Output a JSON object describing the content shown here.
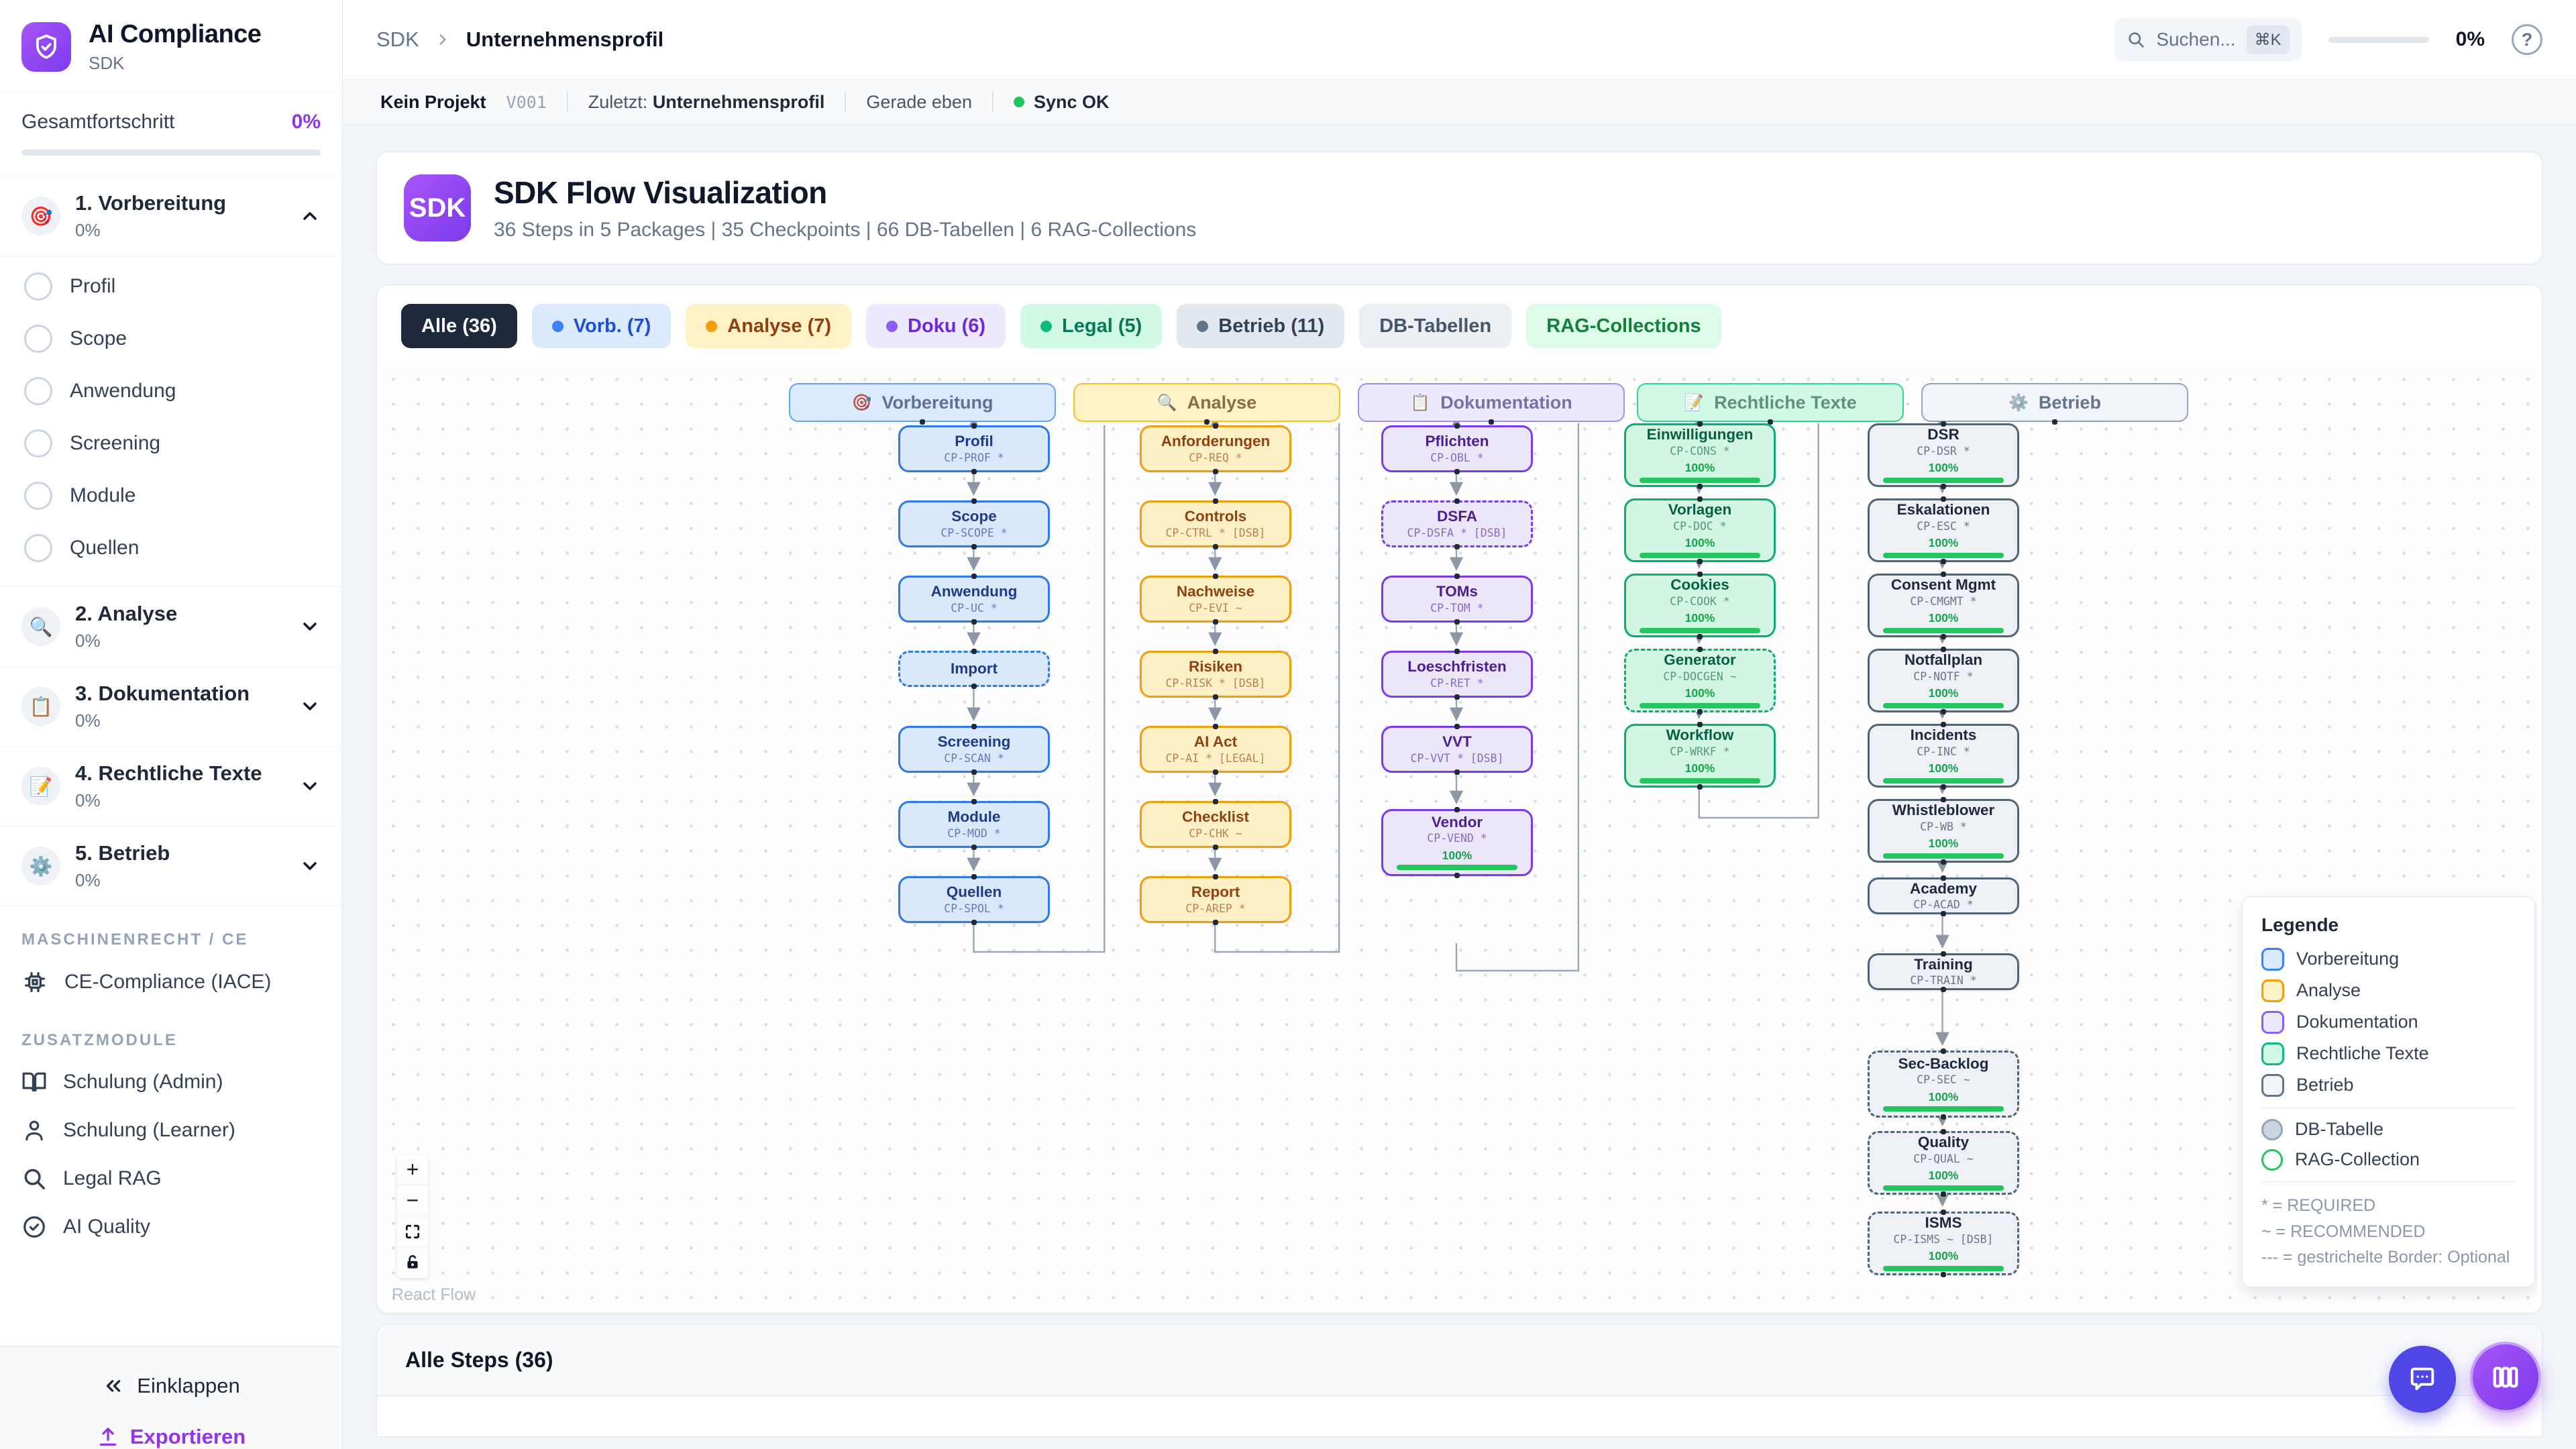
{
  "sidebar": {
    "app_title": "AI Compliance",
    "app_subtitle": "SDK",
    "progress_label": "Gesamtfortschritt",
    "progress_value": "0%",
    "phase1": {
      "title": "1. Vorbereitung",
      "pct": "0%",
      "emoji": "🎯",
      "items": [
        "Profil",
        "Scope",
        "Anwendung",
        "Screening",
        "Module",
        "Quellen"
      ]
    },
    "phases": [
      {
        "title": "2. Analyse",
        "pct": "0%",
        "emoji": "🔍"
      },
      {
        "title": "3. Dokumentation",
        "pct": "0%",
        "emoji": "📋"
      },
      {
        "title": "4. Rechtliche Texte",
        "pct": "0%",
        "emoji": "📝"
      },
      {
        "title": "5. Betrieb",
        "pct": "0%",
        "emoji": "⚙️"
      }
    ],
    "section_maschinenrecht": "MASCHINENRECHT / CE",
    "ce_item": "CE-Compliance (IACE)",
    "section_zusatz": "ZUSATZMODULE",
    "extra_items": [
      "Schulung (Admin)",
      "Schulung (Learner)",
      "Legal RAG",
      "AI Quality"
    ],
    "collapse_label": "Einklappen",
    "export_label": "Exportieren",
    "accent_color": "#9333ea"
  },
  "header": {
    "breadcrumb_root": "SDK",
    "breadcrumb_current": "Unternehmensprofil",
    "search_placeholder": "Suchen...",
    "search_shortcut": "⌘K",
    "progress": "0%"
  },
  "statusbar": {
    "project": "Kein Projekt",
    "version": "V001",
    "last_label": "Zuletzt:",
    "last_value": "Unternehmensprofil",
    "time": "Gerade eben",
    "sync": "Sync OK",
    "sync_color": "#22c55e"
  },
  "hero": {
    "badge": "SDK",
    "title": "SDK Flow Visualization",
    "subtitle": "36 Steps in 5 Packages | 35 Checkpoints | 66 DB-Tabellen | 6 RAG-Collections"
  },
  "filters": [
    {
      "label": "Alle (36)",
      "bg": "#1e293b",
      "fg": "#ffffff",
      "selected": true
    },
    {
      "label": "Vorb. (7)",
      "bg": "#dbeafe",
      "fg": "#1d4ed8",
      "dot": "#3b82f6"
    },
    {
      "label": "Analyse (7)",
      "bg": "#fef3c7",
      "fg": "#92400e",
      "dot": "#f59e0b"
    },
    {
      "label": "Doku (6)",
      "bg": "#ede9fe",
      "fg": "#6d28d9",
      "dot": "#8b5cf6"
    },
    {
      "label": "Legal (5)",
      "bg": "#d1fae5",
      "fg": "#047857",
      "dot": "#10b981"
    },
    {
      "label": "Betrieb (11)",
      "bg": "#e2e8f0",
      "fg": "#334155",
      "dot": "#64748b"
    },
    {
      "label": "DB-Tabellen",
      "bg": "#eceff4",
      "fg": "#475569"
    },
    {
      "label": "RAG-Collections",
      "bg": "#dcfce7",
      "fg": "#15803d"
    }
  ],
  "flow": {
    "progress_color": "#22c55e",
    "attribution": "React Flow",
    "packages": [
      {
        "name": "Vorbereitung",
        "emoji": "🎯",
        "header_bg": "#dbeafe",
        "header_border": "#60a5fa",
        "header_text": "#5b7299",
        "node_bg": "#d9e8fb",
        "node_border": "#2f7ae0",
        "node_text": "#1e3a8a",
        "nodes": [
          {
            "label": "Profil",
            "code": "CP-PROF *"
          },
          {
            "label": "Scope",
            "code": "CP-SCOPE *"
          },
          {
            "label": "Anwendung",
            "code": "CP-UC *"
          },
          {
            "label": "Import",
            "code": "",
            "dashed": true
          },
          {
            "label": "Screening",
            "code": "CP-SCAN *"
          },
          {
            "label": "Module",
            "code": "CP-MOD *"
          },
          {
            "label": "Quellen",
            "code": "CP-SPOL *"
          }
        ]
      },
      {
        "name": "Analyse",
        "emoji": "🔍",
        "header_bg": "#fef3c7",
        "header_border": "#fbbf24",
        "header_text": "#8c6d46",
        "node_bg": "#fdf0c6",
        "node_border": "#f09e0b",
        "node_text": "#92400e",
        "nodes": [
          {
            "label": "Anforderungen",
            "code": "CP-REQ *"
          },
          {
            "label": "Controls",
            "code": "CP-CTRL * [DSB]"
          },
          {
            "label": "Nachweise",
            "code": "CP-EVI ~"
          },
          {
            "label": "Risiken",
            "code": "CP-RISK * [DSB]"
          },
          {
            "label": "AI Act",
            "code": "CP-AI * [LEGAL]"
          },
          {
            "label": "Checklist",
            "code": "CP-CHK ~"
          },
          {
            "label": "Report",
            "code": "CP-AREP *"
          }
        ]
      },
      {
        "name": "Dokumentation",
        "emoji": "📋",
        "header_bg": "#ede9fe",
        "header_border": "#a78bfa",
        "header_text": "#7c6fa8",
        "node_bg": "#ebe6fa",
        "node_border": "#7c3aed",
        "node_text": "#4c1d95",
        "nodes": [
          {
            "label": "Pflichten",
            "code": "CP-OBL *"
          },
          {
            "label": "DSFA",
            "code": "CP-DSFA * [DSB]",
            "dashed": true
          },
          {
            "label": "TOMs",
            "code": "CP-TOM *"
          },
          {
            "label": "Loeschfristen",
            "code": "CP-RET *"
          },
          {
            "label": "VVT",
            "code": "CP-VVT * [DSB]"
          },
          {
            "label": "Vendor",
            "code": "CP-VEND *",
            "progress": "100%"
          }
        ]
      },
      {
        "name": "Rechtliche Texte",
        "emoji": "📝",
        "header_bg": "#d1fae5",
        "header_border": "#34d399",
        "header_text": "#5f9180",
        "node_bg": "#d2f6e1",
        "node_border": "#0fa97c",
        "node_text": "#065f46",
        "nodes": [
          {
            "label": "Einwilligungen",
            "code": "CP-CONS *",
            "progress": "100%"
          },
          {
            "label": "Vorlagen",
            "code": "CP-DOC *",
            "progress": "100%"
          },
          {
            "label": "Cookies",
            "code": "CP-COOK *",
            "progress": "100%"
          },
          {
            "label": "Generator",
            "code": "CP-DOCGEN ~",
            "progress": "100%",
            "dashed": true
          },
          {
            "label": "Workflow",
            "code": "CP-WRKF *",
            "progress": "100%"
          }
        ]
      },
      {
        "name": "Betrieb",
        "emoji": "⚙️",
        "header_bg": "#f1f5f9",
        "header_border": "#94a3b8",
        "header_text": "#64748b",
        "node_bg": "#edf1f6",
        "node_border": "#4f6579",
        "node_text": "#1e293b",
        "nodes": [
          {
            "label": "DSR",
            "code": "CP-DSR *",
            "progress": "100%"
          },
          {
            "label": "Eskalationen",
            "code": "CP-ESC *",
            "progress": "100%"
          },
          {
            "label": "Consent Mgmt",
            "code": "CP-CMGMT *",
            "progress": "100%"
          },
          {
            "label": "Notfallplan",
            "code": "CP-NOTF *",
            "progress": "100%"
          },
          {
            "label": "Incidents",
            "code": "CP-INC *",
            "progress": "100%"
          },
          {
            "label": "Whistleblower",
            "code": "CP-WB *",
            "progress": "100%"
          },
          {
            "label": "Academy",
            "code": "CP-ACAD *"
          },
          {
            "label": "Training",
            "code": "CP-TRAIN *"
          },
          {
            "label": "Sec-Backlog",
            "code": "CP-SEC ~",
            "progress": "100%",
            "dashed": true
          },
          {
            "label": "Quality",
            "code": "CP-QUAL ~",
            "progress": "100%",
            "dashed": true
          },
          {
            "label": "ISMS",
            "code": "CP-ISMS ~ [DSB]",
            "progress": "100%",
            "dashed": true
          }
        ]
      }
    ],
    "legend": {
      "title": "Legende",
      "categories": [
        {
          "label": "Vorbereitung",
          "bg": "#dbeafe",
          "border": "#3b82f6"
        },
        {
          "label": "Analyse",
          "bg": "#fef3c7",
          "border": "#f59e0b"
        },
        {
          "label": "Dokumentation",
          "bg": "#ede9fe",
          "border": "#8b5cf6"
        },
        {
          "label": "Rechtliche Texte",
          "bg": "#d1fae5",
          "border": "#10b981"
        },
        {
          "label": "Betrieb",
          "bg": "#f1f5f9",
          "border": "#64748b"
        }
      ],
      "shapes": [
        {
          "label": "DB-Tabelle",
          "fill": "#cbd5e1",
          "border": "#94a3b8"
        },
        {
          "label": "RAG-Collection",
          "fill": "#ffffff",
          "border": "#22c55e"
        }
      ],
      "notes": [
        "* = REQUIRED",
        "~ = RECOMMENDED",
        "--- = gestrichelte Border: Optional"
      ]
    }
  },
  "steps_section": {
    "title": "Alle Steps (36)"
  }
}
